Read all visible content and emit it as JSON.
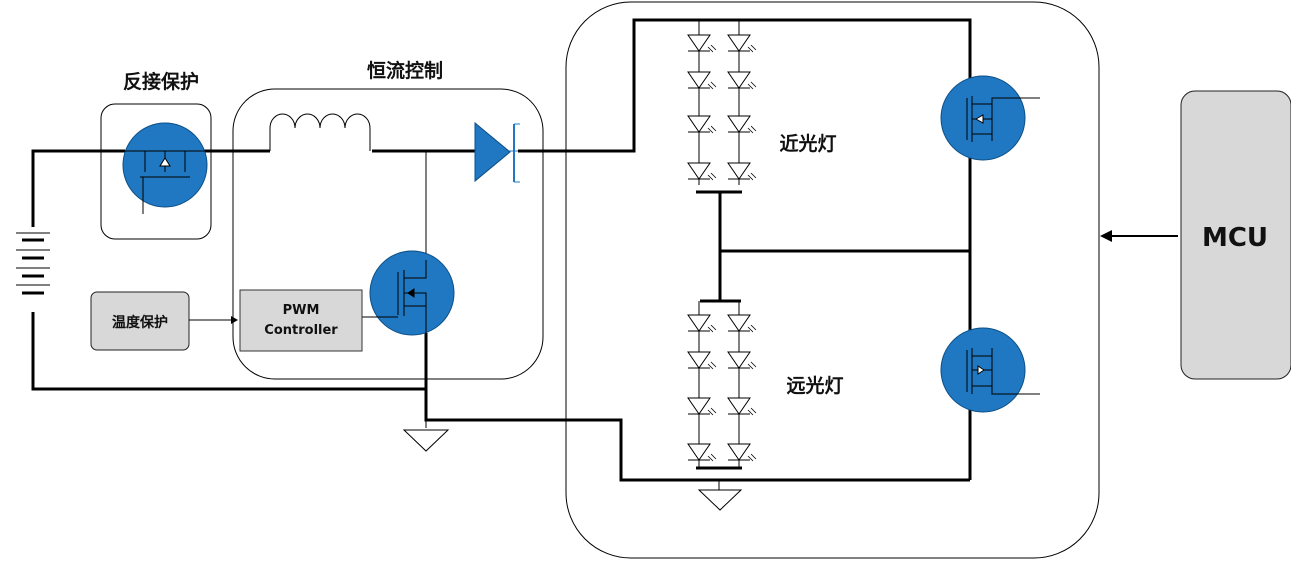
{
  "labels": {
    "reverse_protection": "反接保护",
    "constant_current": "恒流控制",
    "temp_protection": "温度保护",
    "pwm_line1": "PWM",
    "pwm_line2": "Controller",
    "low_beam": "近光灯",
    "high_beam": "远光灯",
    "mcu": "MCU"
  },
  "colors": {
    "component_blue": "#1f78c1",
    "block_gray": "#d8d8d8",
    "wire": "#000000"
  },
  "icons": [
    "battery-icon",
    "mosfet-icon",
    "inductor-icon",
    "diode-icon",
    "led-icon",
    "ground-icon",
    "arrow-icon"
  ]
}
